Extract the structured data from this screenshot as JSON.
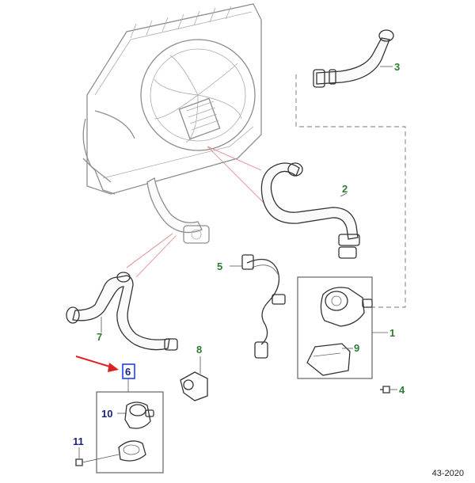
{
  "callouts": {
    "c1": "1",
    "c2": "2",
    "c3": "3",
    "c4": "4",
    "c5": "5",
    "c6": "6",
    "c7": "7",
    "c8": "8",
    "c9": "9",
    "c10": "10",
    "c11": "11"
  },
  "reference": "43-2020",
  "colors": {
    "callout_green": "#2e7d32",
    "callout_blue": "#1a237e",
    "highlight_box": "#1e3cff",
    "arrow": "#e02020"
  }
}
